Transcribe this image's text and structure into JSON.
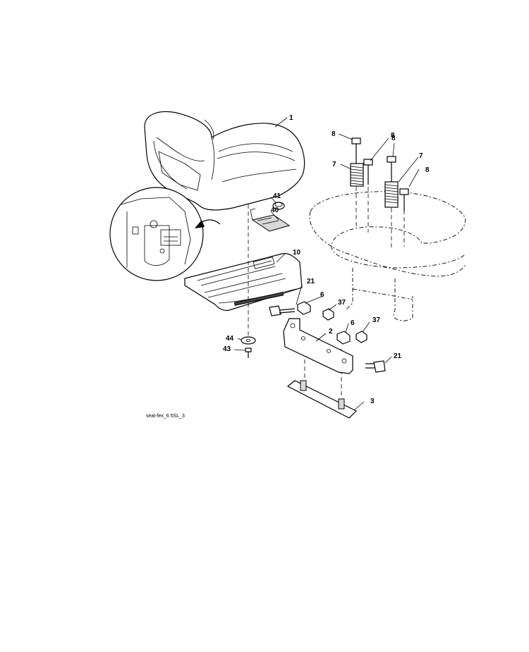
{
  "callouts": {
    "seat": "1",
    "bracket": "2",
    "base_plate": "3",
    "nut_left": "6",
    "nut_right": "6",
    "spring_left": "7",
    "spring_right": "7",
    "bolt_a": "8",
    "bolt_b": "8",
    "bolt_c": "8",
    "bolt_d": "8",
    "slide_plate": "10",
    "bolt_left": "21",
    "bolt_right": "21",
    "locknut_left": "37",
    "locknut_right": "37",
    "switch_clip": "40",
    "spacer": "41",
    "screw": "43",
    "washer": "44"
  },
  "caption": "seat-fex_6 5SL_3"
}
